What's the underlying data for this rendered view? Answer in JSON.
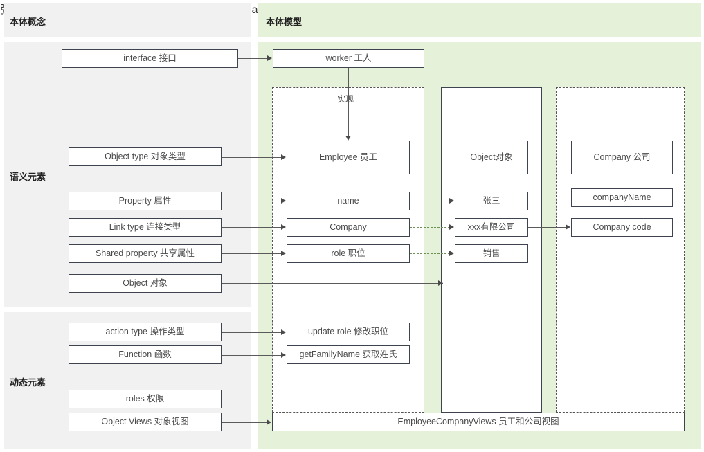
{
  "panels": {
    "left_header": "本体概念",
    "right_header": "本体模型",
    "semantic_group": "语义元素",
    "dynamic_group": "动态元素"
  },
  "concepts": {
    "interface": "interface 接口",
    "object_type": "Object type 对象类型",
    "property": "Property 属性",
    "link_type": "Link type 连接类型",
    "shared_property": "Shared property 共享属性",
    "object": "Object 对象",
    "action_type": "action type 操作类型",
    "function": "Function 函数",
    "roles": "roles 权限",
    "object_views": "Object Views 对象视图"
  },
  "model": {
    "worker": "worker 工人",
    "employee": "Employee 员工",
    "name": "name",
    "company_prop": "Company",
    "role": "role 职位",
    "update_role": "update role 修改职位",
    "get_family_name": "getFamilyName 获取姓氏",
    "object_instance": "Object对象",
    "zhangsan": "张三",
    "xxx_company": "xxx有限公司",
    "sales": "销售",
    "company": "Company 公司",
    "company_name": "companyName",
    "company_code": "Company code",
    "views_bar": "EmployeeCompanyViews 员工和公司视图"
  },
  "edges": {
    "realize": "实现"
  },
  "colors": {
    "panel_grey": "#f1f1f1",
    "panel_green": "#e5f2d9",
    "box_border": "#3d4450",
    "line": "#5a5a5a",
    "dashed_link": "#6f8f58",
    "text": "#4a4a4a"
  }
}
